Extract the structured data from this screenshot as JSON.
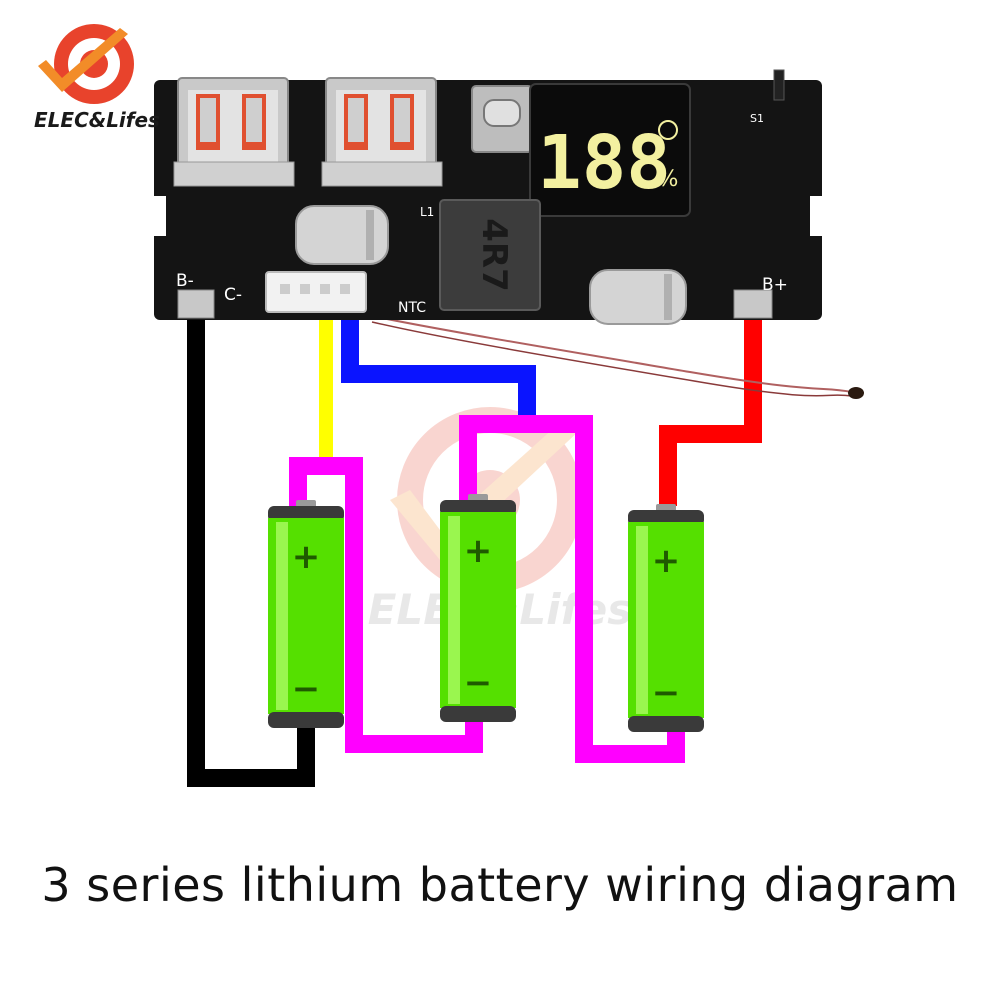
{
  "brand": {
    "name": "ELEC&Lifes",
    "watermark_text": "ELEC&Lifes",
    "colors": {
      "logo_red": "#e8432c",
      "logo_orange": "#f28c28"
    }
  },
  "board": {
    "labels": {
      "b_minus": "B-",
      "c_minus": "C-",
      "b_plus": "B+",
      "ntc": "NTC",
      "inductor": "4R7",
      "l1": "L1",
      "switch": "S1"
    },
    "display": {
      "digits": "188",
      "unit": "%"
    },
    "colors": {
      "pcb": "#141414",
      "display_digit": "#f3f0a0"
    }
  },
  "wires": {
    "colors": {
      "black": "#000000",
      "yellow": "#ffff00",
      "blue": "#0a14ff",
      "magenta": "#ff00ff",
      "red": "#ff0000",
      "thermistor": "#b06060"
    }
  },
  "batteries": {
    "count": 3,
    "plus_sign": "+",
    "minus_sign": "−",
    "colors": {
      "body": "#55e000",
      "highlight": "#b8ff70",
      "cap": "#3a3a3a"
    }
  },
  "caption": "3 series lithium battery wiring diagram"
}
